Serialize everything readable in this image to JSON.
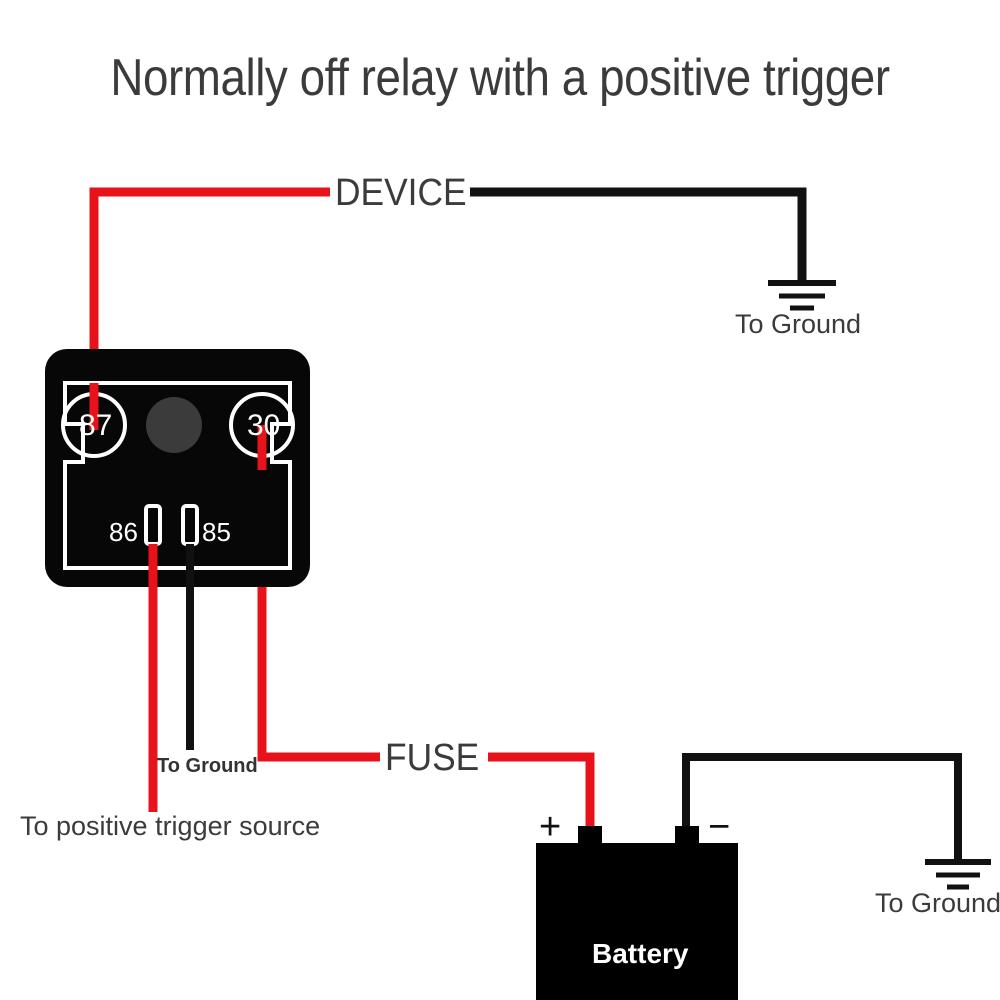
{
  "title": "Normally off relay with a positive trigger",
  "colors": {
    "wire_positive": "#e8131a",
    "wire_negative": "#111111",
    "relay_body": "#070707",
    "relay_outline": "#ffffff",
    "relay_knob": "#3b3b3b",
    "battery_body": "#000000",
    "text": "#3b3b3b",
    "background": "#ffffff"
  },
  "relay": {
    "name": "relay",
    "pins": [
      {
        "id": "87",
        "label": "87",
        "type": "circle"
      },
      {
        "id": "30",
        "label": "30",
        "type": "circle"
      },
      {
        "id": "86",
        "label": "86",
        "type": "blade"
      },
      {
        "id": "85",
        "label": "85",
        "type": "blade"
      }
    ]
  },
  "labels": {
    "device": "DEVICE",
    "fuse": "FUSE",
    "ground_device": "To Ground",
    "ground_relay_85": "To Ground",
    "ground_battery": "To Ground",
    "trigger_source": "To positive trigger source",
    "battery": "Battery",
    "battery_positive": "+",
    "battery_negative": "−"
  },
  "icons": {
    "ground": "ground-symbol-icon",
    "relay_knob": "relay-knob-icon",
    "battery_terminal": "battery-terminal-icon"
  },
  "connections": [
    {
      "from": "relay.87",
      "to": "device",
      "color": "#e8131a",
      "polarity": "positive"
    },
    {
      "from": "device",
      "to": "ground_device",
      "color": "#111111",
      "polarity": "negative"
    },
    {
      "from": "relay.30",
      "to": "fuse",
      "color": "#e8131a",
      "polarity": "positive"
    },
    {
      "from": "fuse",
      "to": "battery_positive",
      "color": "#e8131a",
      "polarity": "positive"
    },
    {
      "from": "relay.86",
      "to": "trigger_source",
      "color": "#e8131a",
      "polarity": "positive"
    },
    {
      "from": "relay.85",
      "to": "ground_relay_85",
      "color": "#111111",
      "polarity": "negative"
    },
    {
      "from": "battery_negative",
      "to": "ground_battery",
      "color": "#111111",
      "polarity": "negative"
    }
  ]
}
